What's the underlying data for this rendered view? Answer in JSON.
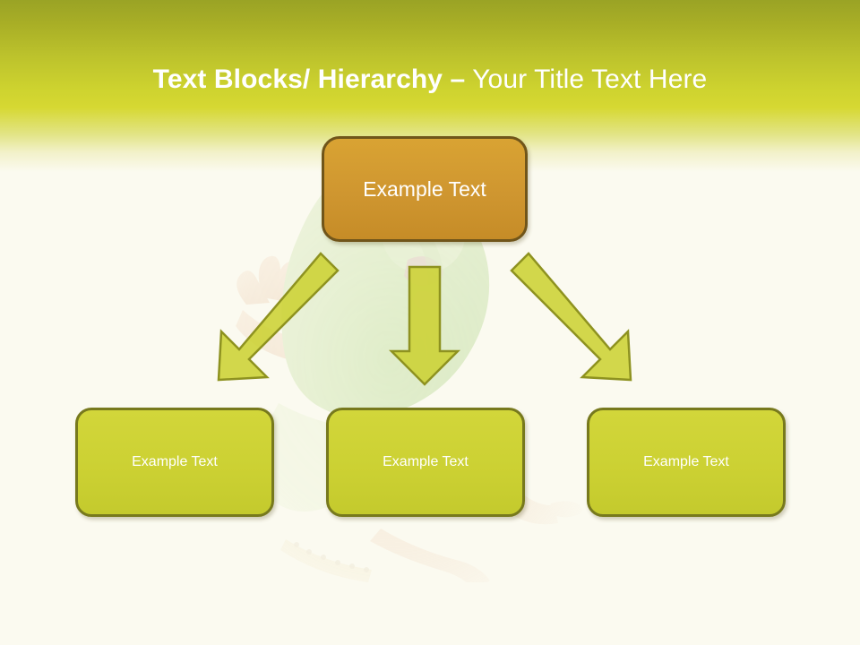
{
  "slide": {
    "background_color": "#fbfaf0",
    "header": {
      "title_bold": "Text Blocks/ Hierarchy –",
      "title_regular": " Your Title Text Here",
      "gradient_top_color": "#9aa325",
      "gradient_mid_color": "#d6d832",
      "gradient_bottom_color": "#fbfaf0",
      "title_color": "#ffffff"
    },
    "background_image": {
      "name": "tree-frog-photo",
      "description": "Faded green tree frog",
      "opacity": 0.38
    },
    "diagram": {
      "type": "hierarchy",
      "top_node": {
        "label": "Example  Text",
        "fill_color": "#cf9630",
        "border_color": "#70551a",
        "text_color": "#ffffff"
      },
      "child_nodes": [
        {
          "label": "Example Text",
          "fill_color": "#ccd133",
          "border_color": "#77791d",
          "text_color": "#ffffff"
        },
        {
          "label": "Example Text",
          "fill_color": "#ccd133",
          "border_color": "#77791d",
          "text_color": "#ffffff"
        },
        {
          "label": "Example Text",
          "fill_color": "#ccd133",
          "border_color": "#77791d",
          "text_color": "#ffffff"
        }
      ],
      "connectors": [
        {
          "name": "arrow-down-left",
          "direction": "down-left"
        },
        {
          "name": "arrow-down",
          "direction": "down"
        },
        {
          "name": "arrow-down-right",
          "direction": "down-right"
        }
      ],
      "connector_fill_color": "#ccd233",
      "connector_border_color": "#8e9220"
    }
  }
}
